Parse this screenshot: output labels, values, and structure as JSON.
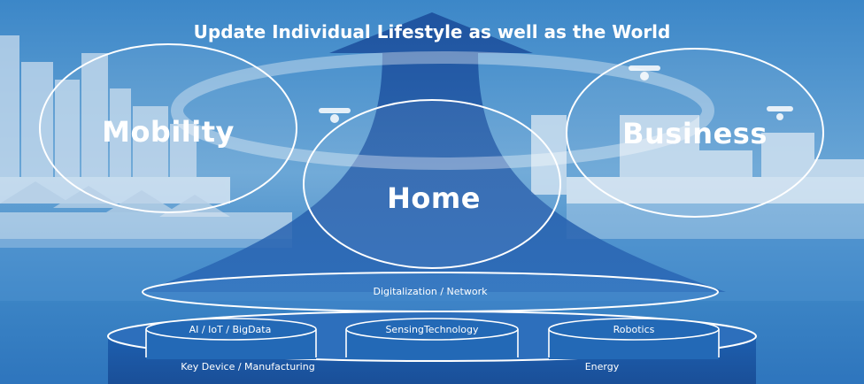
{
  "headline": "Update Individual Lifestyle as well as the World",
  "areas": {
    "mobility": "Mobility",
    "home": "Home",
    "business": "Business"
  },
  "layers": {
    "digitalization": "Digitalization / Network",
    "ai": "AI / IoT / BigData",
    "sensing": "SensingTechnology",
    "robotics": "Robotics",
    "key_device": "Key Device / Manufacturing",
    "energy": "Energy"
  },
  "colors": {
    "sky_top": "#3f8fd0",
    "sky_bottom": "#7fb4dc",
    "arrow": "#1e4f9e",
    "platform": "#1a5aa8",
    "ring_stroke": "#ffffff"
  },
  "icons": [
    "drone-icon",
    "city-skyline",
    "growth-arrow"
  ]
}
